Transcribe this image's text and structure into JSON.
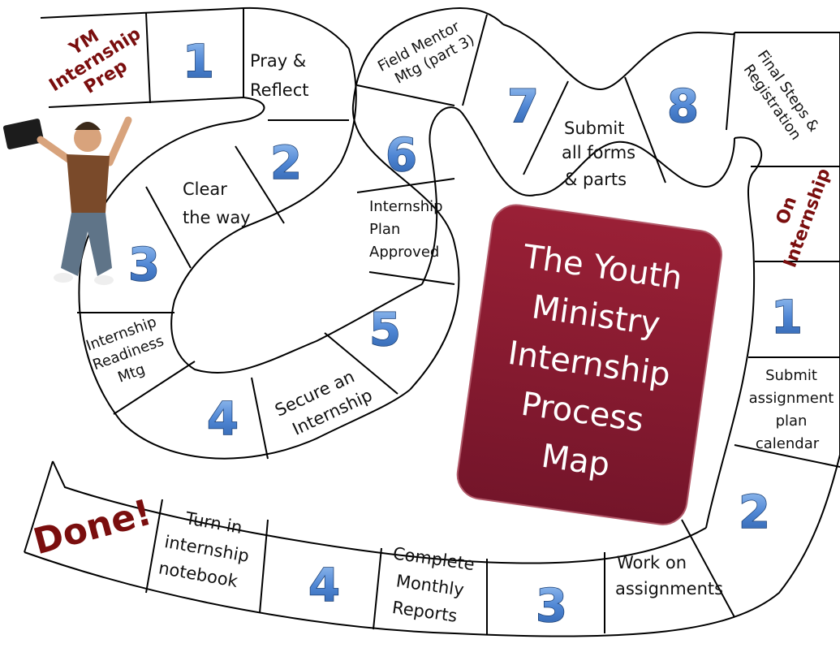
{
  "title_lines": [
    "The Youth",
    "Ministry",
    "Internship",
    "Process",
    "Map"
  ],
  "prep_lines": [
    "YM",
    "Internship",
    "Prep"
  ],
  "on_lines": [
    "On",
    "Internship"
  ],
  "done": "Done!",
  "spaces": {
    "pray_reflect": [
      "Pray &",
      "Reflect"
    ],
    "clear_way": [
      "Clear",
      "the way"
    ],
    "readiness": [
      "Internship",
      "Readiness",
      "Mtg"
    ],
    "secure": [
      "Secure an",
      "Internship"
    ],
    "plan_approved": [
      "Internship",
      "Plan",
      "Approved"
    ],
    "field_mentor": [
      "Field Mentor",
      "Mtg (part 3)"
    ],
    "submit_forms": [
      "Submit",
      "all forms",
      "& parts"
    ],
    "final_steps": [
      "Final Steps &",
      "Registration"
    ],
    "submit_assignment": [
      "Submit",
      "assignment",
      "plan",
      "calendar"
    ],
    "work_assignments": [
      "Work on",
      "assignments"
    ],
    "monthly_reports": [
      "Complete",
      "Monthly",
      "Reports"
    ],
    "notebook": [
      "Turn in",
      "internship",
      "notebook"
    ]
  },
  "numbers": {
    "prep_1": "1",
    "prep_2": "2",
    "prep_3": "3",
    "prep_4": "4",
    "prep_5": "5",
    "prep_6": "6",
    "prep_7": "7",
    "prep_8": "8",
    "on_1": "1",
    "on_2": "2",
    "on_3": "3",
    "on_4": "4"
  },
  "colors": {
    "title_box": "#861a2e",
    "number_fill": "#5b8fd6",
    "label_red": "#7a0e0e"
  }
}
